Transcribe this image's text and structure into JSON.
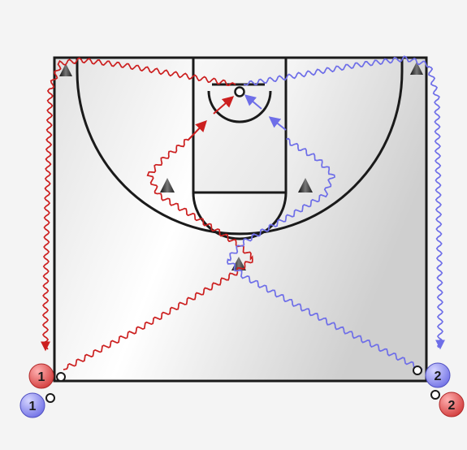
{
  "diagram": {
    "colors": {
      "background": "#f4f4f4",
      "court_light": "#ffffff",
      "court_dark": "#d4d4d4",
      "line": "#1a1a1a",
      "red_path": "#cc1f1f",
      "blue_path": "#6e6ee8",
      "red_player": "#e05454",
      "blue_player": "#8c8cf0"
    },
    "players": [
      {
        "label": "1",
        "team": "red"
      },
      {
        "label": "1",
        "team": "blue"
      },
      {
        "label": "2",
        "team": "blue"
      },
      {
        "label": "2",
        "team": "red"
      }
    ],
    "cones": [
      "cone-icon",
      "cone-icon",
      "cone-icon",
      "cone-icon",
      "cone-icon"
    ]
  }
}
